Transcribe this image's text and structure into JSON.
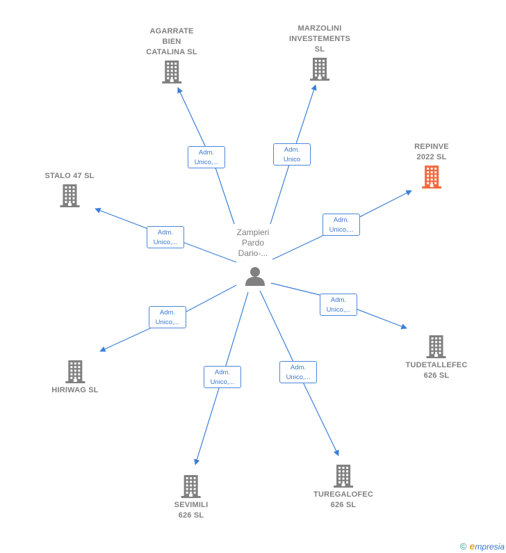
{
  "center": {
    "name": "Zampieri\nPardo\nDario-..."
  },
  "companies": [
    {
      "id": "agarrate",
      "label": "AGARRATE\nBIEN\nCATALINA  SL",
      "highlight": false
    },
    {
      "id": "marzolini",
      "label": "MARZOLINI\nINVESTEMENTS\nSL",
      "highlight": false
    },
    {
      "id": "repinve",
      "label": "REPINVE\n2022  SL",
      "highlight": true
    },
    {
      "id": "stalo",
      "label": "STALO 47  SL",
      "highlight": false
    },
    {
      "id": "tudetallefec",
      "label": "TUDETALLEFEC\n626  SL",
      "highlight": false
    },
    {
      "id": "hiriwag",
      "label": "HIRIWAG  SL",
      "highlight": false
    },
    {
      "id": "sevimili",
      "label": "SEVIMILI\n626  SL",
      "highlight": false
    },
    {
      "id": "turegalofec",
      "label": "TUREGALOFEC\n626  SL",
      "highlight": false
    }
  ],
  "relations": [
    {
      "target": "agarrate",
      "label": "Adm.\nUnico,..."
    },
    {
      "target": "marzolini",
      "label": "Adm.\nUnico"
    },
    {
      "target": "repinve",
      "label": "Adm.\nUnico,..."
    },
    {
      "target": "stalo",
      "label": "Adm.\nUnico,..."
    },
    {
      "target": "tudetallefec",
      "label": "Adm.\nUnico,..."
    },
    {
      "target": "hiriwag",
      "label": "Adm.\nUnico,..."
    },
    {
      "target": "sevimili",
      "label": "Adm.\nUnico,..."
    },
    {
      "target": "turegalofec",
      "label": "Adm.\nUnico,..."
    }
  ],
  "colors": {
    "edge": "#3a7fd8",
    "building": "#808080",
    "building_highlight": "#f26a3d",
    "person": "#808080"
  },
  "footer": {
    "copyright": "©",
    "brand_initial": "e",
    "brand_rest": "mpresia"
  }
}
